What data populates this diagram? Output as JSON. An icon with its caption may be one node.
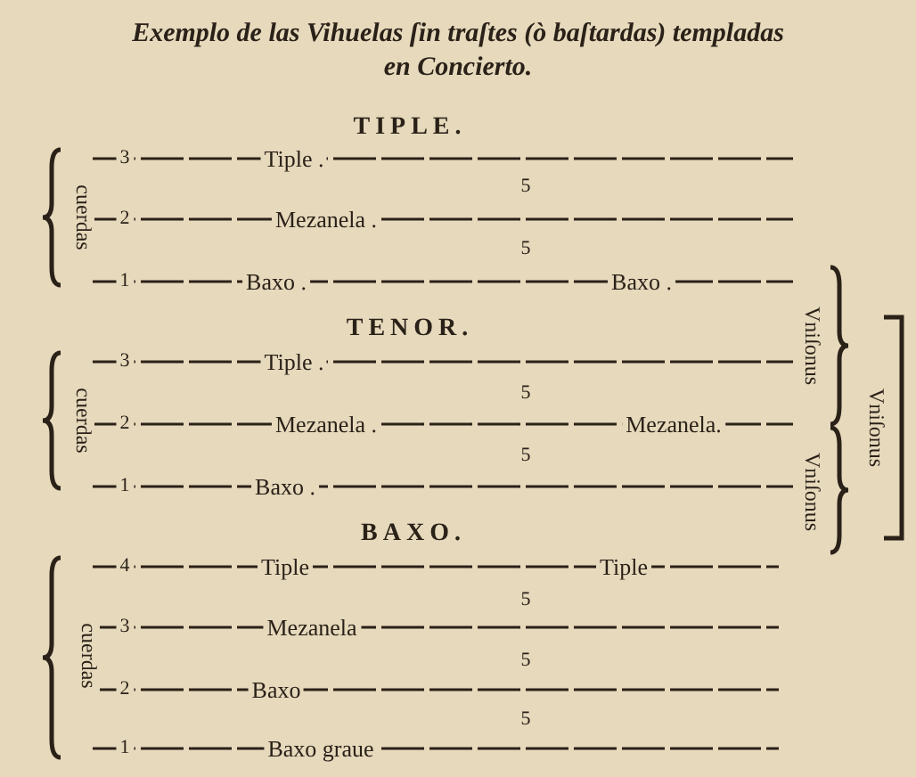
{
  "diagram": {
    "title": "Exemplo de las Vihuelas ſin traſtes (ò baſtardas) templadas en Concierto.",
    "labels": [
      "TIPLE.",
      "3",
      "Tiple .",
      "5",
      "2",
      "Mezanela .",
      "5",
      "1",
      "Baxo .",
      "Baxo .",
      "cuerdas",
      "TENOR.",
      "3",
      "Tiple .",
      "5",
      "2",
      "Mezanela .",
      "Mezanela.",
      "5",
      "1",
      "Baxo .",
      "cuerdas",
      "Vniſonus",
      "Vniſonus",
      "Vniſonus",
      "BAXO.",
      "4",
      "Tiple",
      "Tiple",
      "5",
      "3",
      "Mezanela",
      "5",
      "2",
      "Baxo",
      "5",
      "1",
      "Baxo graue",
      "cuerdas"
    ]
  }
}
